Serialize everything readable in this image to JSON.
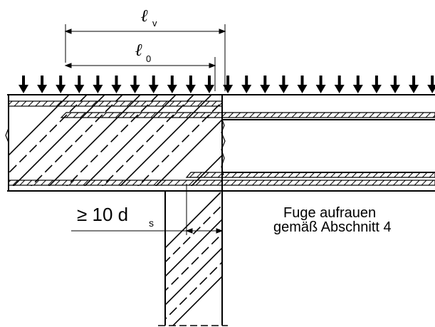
{
  "labels": {
    "lv_main": "ℓ",
    "lv_sub": "v",
    "l0_main": "ℓ",
    "l0_sub": "0",
    "anchor_main": "≥ 10 d",
    "anchor_sub": "s",
    "note_line1": "Fuge aufrauen",
    "note_line2": "gemäß Abschnitt 4"
  },
  "load": {
    "arrow_count": 23,
    "icon": "down-arrow-icon"
  },
  "colors": {
    "ink": "#000000",
    "paper": "#ffffff"
  }
}
